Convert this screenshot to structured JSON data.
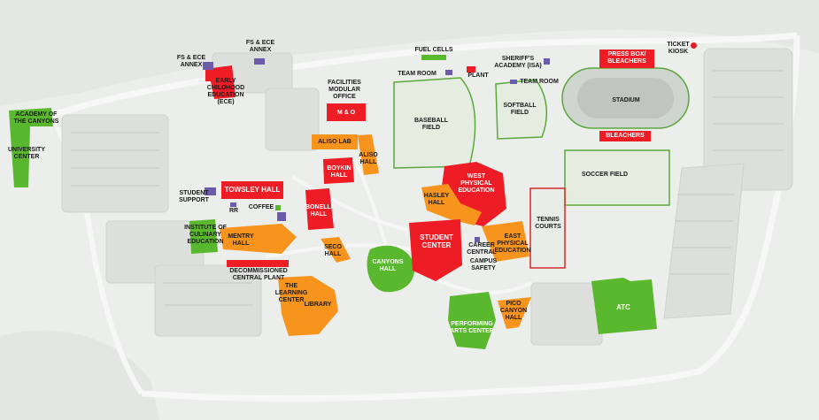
{
  "colors": {
    "red": "#ee1d25",
    "orange": "#f7941d",
    "green": "#5ab82e",
    "purple": "#6b5ba8",
    "field_outline": "#5aa83c"
  },
  "labels": {
    "academy_of_the_canyons": "ACADEMY OF\nTHE CANYONS",
    "university_center": "UNIVERSITY\nCENTER",
    "fs_ece_annex_left": "FS & ECE\nANNEX",
    "fs_ece_annex_top": "FS & ECE\nANNEX",
    "early_childhood": "EARLY\nCHILDHOOD\nEDUCATION\n(ECE)",
    "facilities": "FACILITIES\nMODULAR\nOFFICE",
    "m_and_o": "M & O",
    "fuel_cells": "FUEL CELLS",
    "team_room_left": "TEAM ROOM",
    "plant": "PLANT",
    "sheriffs_academy": "SHERIFF'S\nACADEMY (ISA)",
    "team_room_right": "TEAM ROOM",
    "press_box": "PRESS BOX/\nBLEACHERS",
    "ticket_kiosk": "TICKET\nKIOSK",
    "stadium": "STADIUM",
    "bleachers": "BLEACHERS",
    "baseball_field": "BASEBALL\nFIELD",
    "softball_field": "SOFTBALL\nFIELD",
    "aliso_lab": "ALISO LAB",
    "aliso_hall": "ALISO\nHALL",
    "boykin_hall": "BOYKIN\nHALL",
    "towsley_hall": "TOWSLEY HALL",
    "student_support": "STUDENT\nSUPPORT",
    "rr": "RR",
    "coffee": "COFFEE",
    "bonelli_hall": "BONELLI\nHALL",
    "west_pe": "WEST\nPHYSICAL\nEDUCATION",
    "hasley_hall": "HASLEY\nHALL",
    "soccer_field": "SOCCER FIELD",
    "tennis_courts": "TENNIS\nCOURTS",
    "institute_culinary": "INSTITUTE OF\nCULINARY\nEDUCATION",
    "mentry_hall": "MENTRY\nHALL",
    "seco_hall": "SECO\nHALL",
    "student_center": "STUDENT\nCENTER",
    "career_central": "CAREER\nCENTRAL",
    "campus_safety": "CAMPUS\nSAFETY",
    "east_pe": "EAST\nPHYSICAL\nEDUCATION",
    "decommissioned": "DECOMMISSIONED\nCENTRAL PLANT",
    "canyons_hall": "CANYONS\nHALL",
    "learning_center": "THE\nLEARNING\nCENTER",
    "library": "LIBRARY",
    "pico_canyon_hall": "PICO\nCANYON\nHALL",
    "performing_arts": "PERFORMING\nARTS CENTER",
    "atc": "ATC"
  }
}
